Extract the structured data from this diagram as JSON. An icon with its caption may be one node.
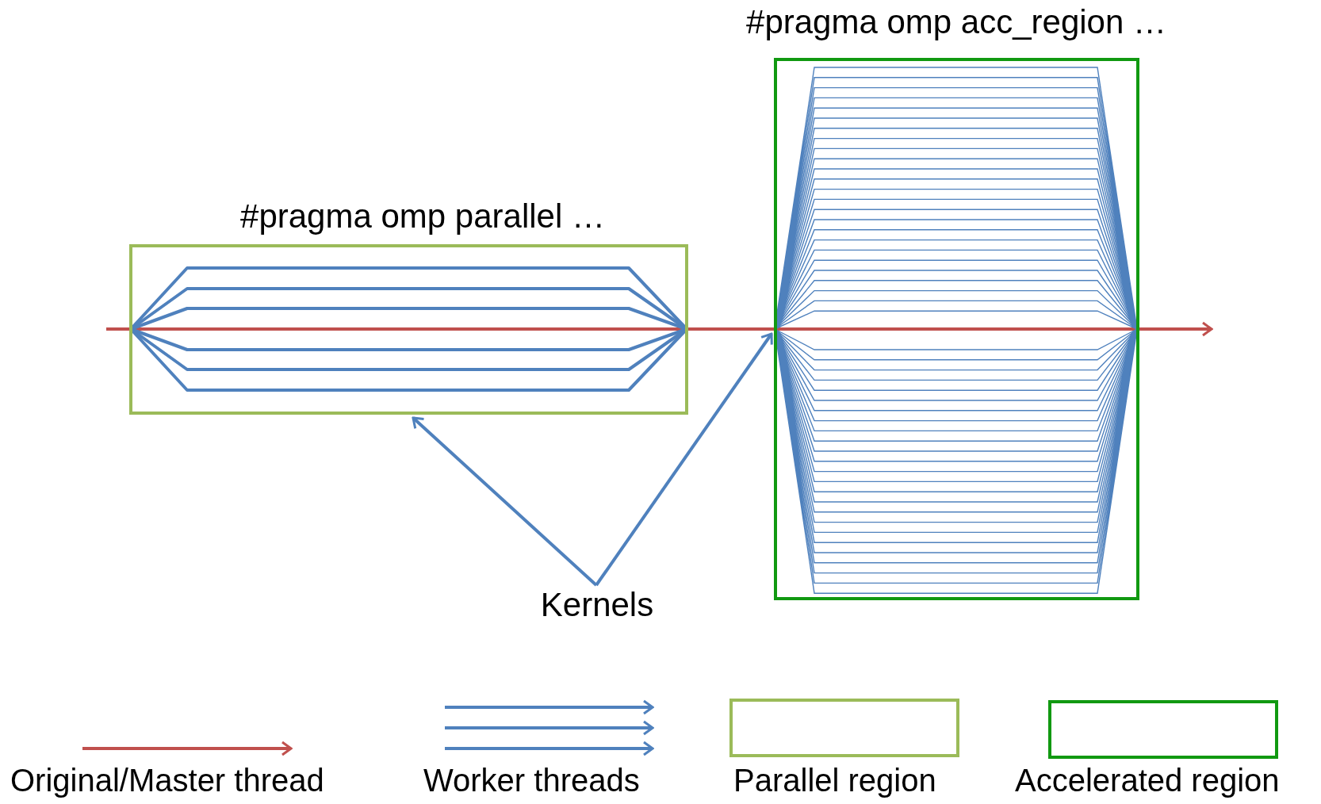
{
  "diagram": {
    "nodes": [
      {
        "text": [
          "#pragma omp parallel …"
        ]
      },
      {
        "text": [
          "#pragma omp acc_region …"
        ]
      },
      {
        "text": [
          "Kernels"
        ]
      }
    ],
    "edges": [
      {
        "from": 2,
        "to": 0,
        "arrow": "to"
      },
      {
        "from": 2,
        "to": 1,
        "arrow": "to"
      }
    ],
    "legend": [
      {
        "text": "Original/Master thread"
      },
      {
        "text": "Worker threads"
      },
      {
        "text": "Parallel region"
      },
      {
        "text": "Accelerated region"
      }
    ]
  }
}
